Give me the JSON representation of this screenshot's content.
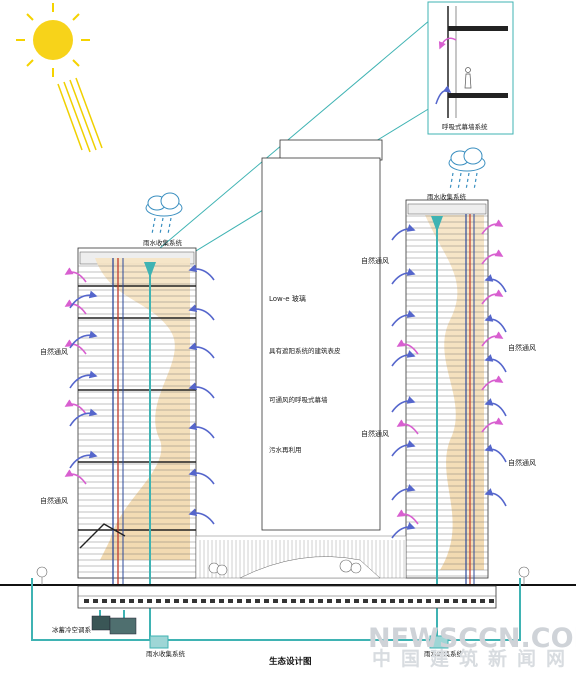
{
  "labels": {
    "rain_left": "雨水收集系统",
    "rain_right": "雨水收集系统",
    "breathing_facade": "呼吸式幕墙系统",
    "vent_left_1": "自然通风",
    "vent_left_2": "自然通风",
    "vent_mid_1": "自然通风",
    "vent_mid_2": "自然通风",
    "vent_right_1": "自然通风",
    "vent_right_2": "自然通风",
    "lowe": "Low-e 玻璃",
    "shading": "具有遮阳系统的建筑表皮",
    "vent_facade": "可通风的呼吸式幕墙",
    "sewage": "污水再利用",
    "ice_storage": "冰蓄冷空调系",
    "rain_tank_1": "雨水收集系统",
    "rain_tank_2": "雨水收集系统",
    "title": "生态设计图"
  },
  "watermark": {
    "line1": "NEWSCCN.COM",
    "line2": "中国建筑新闻网"
  },
  "colors": {
    "pipe": "#3fb3b3",
    "warm_air": "#f2dcb5",
    "vent_arrow_in": "#5566cc",
    "vent_arrow_out": "#d85fd0",
    "riser_red": "#c0392b",
    "riser_blue": "#2e4a9a",
    "sun": "#f5d300"
  }
}
